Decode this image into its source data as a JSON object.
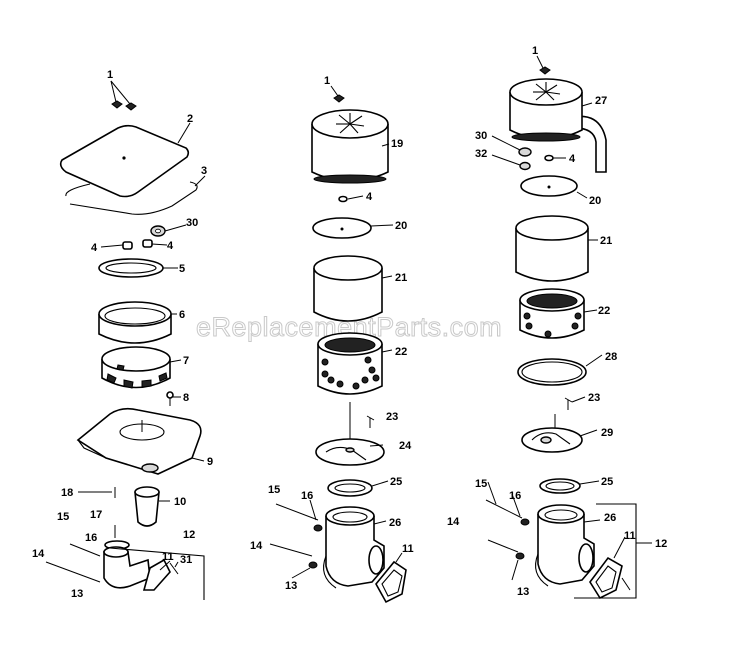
{
  "watermark": "eReplacementParts.com",
  "labels": {
    "l1": "1",
    "l2": "2",
    "l3": "3",
    "l30": "30",
    "l4a": "4",
    "l4b": "4",
    "l5": "5",
    "l6": "6",
    "l7": "7",
    "l8": "8",
    "l9": "9",
    "l18": "18",
    "l10": "10",
    "l17": "17",
    "l15": "15",
    "l16": "16",
    "l12": "12",
    "l11": "11",
    "l31": "31",
    "l14": "14",
    "l13": "13",
    "m1": "1",
    "m19": "19",
    "m4": "4",
    "m20": "20",
    "m21": "21",
    "m22": "22",
    "m23": "23",
    "m24": "24",
    "m25": "25",
    "m15": "15",
    "m16": "16",
    "m26": "26",
    "m14": "14",
    "m11": "11",
    "m13": "13",
    "r1": "1",
    "r27": "27",
    "r30": "30",
    "r32": "32",
    "r4": "4",
    "r20": "20",
    "r21": "21",
    "r22": "22",
    "r28": "28",
    "r23": "23",
    "r29": "29",
    "r15": "15",
    "r16": "16",
    "r25": "25",
    "r14": "14",
    "r26": "26",
    "r11": "11",
    "r12": "12",
    "r13": "13"
  }
}
